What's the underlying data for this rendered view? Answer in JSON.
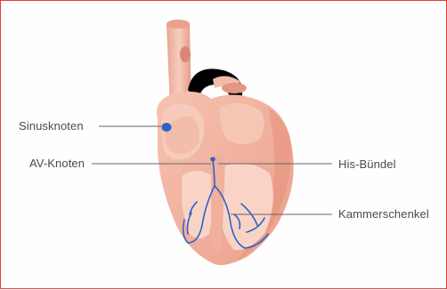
{
  "labels": {
    "sinus_node": "Sinusknoten",
    "av_node": "AV-Knoten",
    "his_bundle": "His-Bündel",
    "bundle_branches": "Kammerschenkel"
  },
  "colors": {
    "frame_border": "#e03c3c",
    "heart_outer": "#f2b4a2",
    "heart_shadow": "#e89b87",
    "heart_inner": "#f6c7b8",
    "vessel": "#f4c0ad",
    "conduction": "#2b63c9",
    "leader_line": "#666666",
    "label_text": "#4a4a4a"
  }
}
